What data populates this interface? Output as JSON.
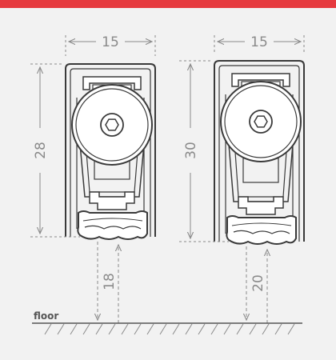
{
  "colors": {
    "accent_bar": "#e63a3f",
    "panel": "#f2f2f2",
    "dimension": "#8a8a8a",
    "profile": "#3a3a3a",
    "floor_text": "#555555"
  },
  "profiles": [
    {
      "width_label": "15",
      "height_label": "28",
      "floor_gap_label": "18"
    },
    {
      "width_label": "15",
      "height_label": "30",
      "floor_gap_label": "20"
    }
  ],
  "floor": {
    "label": "floor"
  }
}
